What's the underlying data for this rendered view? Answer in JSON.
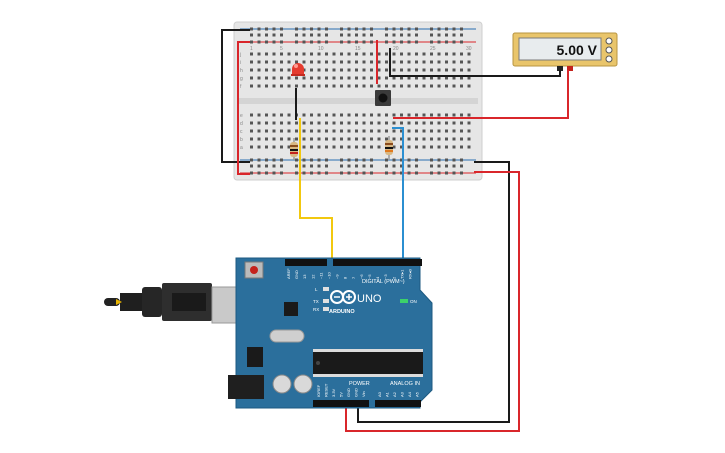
{
  "multimeter": {
    "reading": "5.00 V"
  },
  "arduino": {
    "brand": "ARDUINO",
    "model": "UNO",
    "on_label": "ON",
    "tx_label": "TX",
    "rx_label": "RX",
    "l_label": "L",
    "digital_label": "DIGITAL (PWM~)",
    "power_label": "POWER",
    "analog_label": "ANALOG IN",
    "top_pins": [
      "AREF",
      "GND",
      "13",
      "12",
      "~11",
      "~10",
      "~9",
      "8",
      "7",
      "~6",
      "~5",
      "4",
      "~3",
      "2",
      "TX▸1",
      "RX◂0"
    ],
    "power_pins": [
      "IOREF",
      "RESET",
      "3.3V",
      "5V",
      "GND",
      "GND",
      "Vin"
    ],
    "analog_pins": [
      "A0",
      "A1",
      "A2",
      "A3",
      "A4",
      "A5"
    ]
  },
  "breadboard": {
    "row_letters_top": [
      "j",
      "i",
      "h",
      "g",
      "f"
    ],
    "row_letters_bottom": [
      "e",
      "d",
      "c",
      "b",
      "a"
    ],
    "col_numbers": [
      "1",
      "5",
      "10",
      "15",
      "20",
      "25",
      "30"
    ]
  },
  "colors": {
    "wire_red": "#d9262b",
    "wire_black": "#1a1a1a",
    "wire_yellow": "#f2c80f",
    "wire_blue": "#2b8fd1",
    "board_blue": "#2b6f9c",
    "breadboard": "#e8e8e8",
    "led_red": "#e53b2f"
  },
  "icons": [
    "usb-cable-icon",
    "arduino-logo-icon",
    "led-icon",
    "pushbutton-icon",
    "resistor-icon",
    "multimeter-icon"
  ]
}
